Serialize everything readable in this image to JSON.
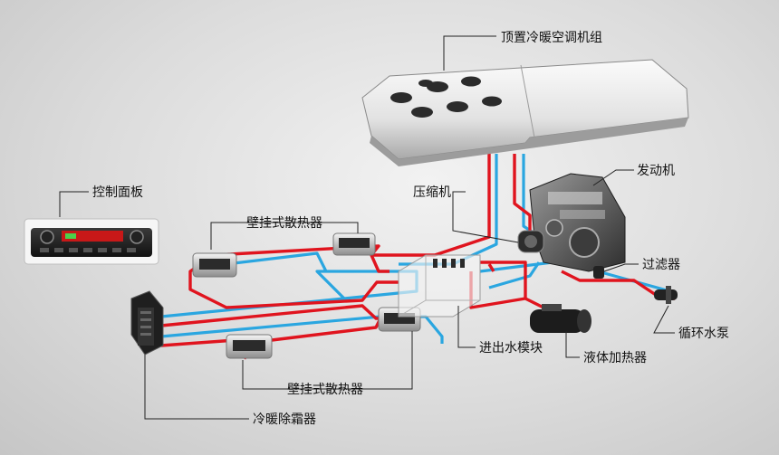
{
  "labels": {
    "roof_ac": "顶置冷暖空调机组",
    "engine": "发动机",
    "compressor": "压缩机",
    "control_panel": "控制面板",
    "wall_radiator_top": "壁挂式散热器",
    "filter": "过滤器",
    "water_module": "进出水模块",
    "pump": "循环水泵",
    "liquid_heater": "液体加热器",
    "wall_radiator_bottom": "壁挂式散热器",
    "defroster": "冷暖除霜器"
  },
  "colors": {
    "hot_pipe": "#e0141e",
    "cold_pipe": "#2aa6e0",
    "leader": "#222222"
  }
}
